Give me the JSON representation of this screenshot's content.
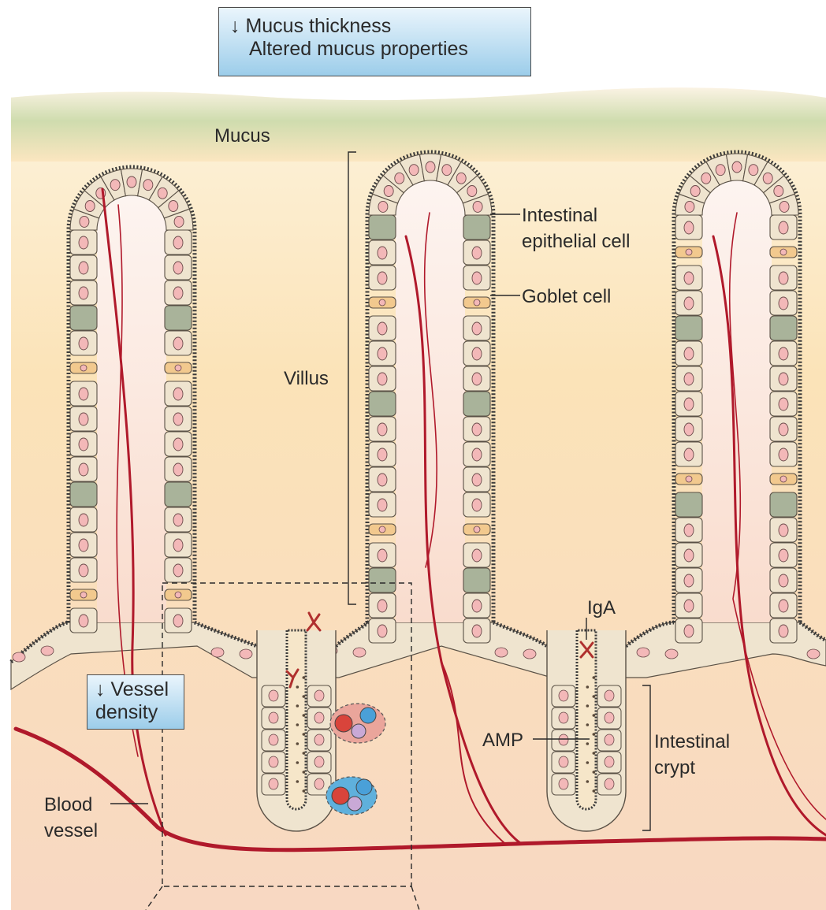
{
  "callouts": {
    "mucus": {
      "arrow": "↓",
      "line1": "Mucus thickness",
      "line2": "Altered mucus properties"
    },
    "vessel": {
      "arrow": "↓",
      "line1": "Vessel",
      "line2": "density"
    }
  },
  "labels": {
    "mucus": "Mucus",
    "villus": "Villus",
    "epithelial_line1": "Intestinal",
    "epithelial_line2": "epithelial cell",
    "goblet": "Goblet cell",
    "iga": "IgA",
    "amp": "AMP",
    "crypt_line1": "Intestinal",
    "crypt_line2": "crypt",
    "blood_line1": "Blood",
    "blood_line2": "vessel"
  },
  "colors": {
    "tissue_top": "#fdf0d4",
    "tissue_bottom": "#f8d8c0",
    "mucus_band": "#cfdcae",
    "cell_fill": "#efe4cf",
    "nucleus": "#f3b8b8",
    "goblet_fill": "#a9b39a",
    "paneth_fill": "#f2c98e",
    "vessel": "#b0192b",
    "callout_fill": "#a8d4ee"
  }
}
